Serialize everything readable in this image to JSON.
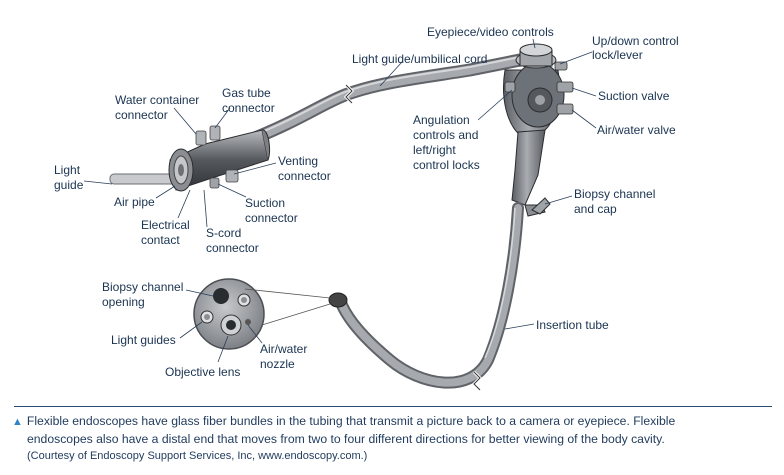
{
  "labels": {
    "eyepiece": "Eyepiece/video controls",
    "updown_1": "Up/down control",
    "updown_2": "lock/lever",
    "light_guide_cord": "Light guide/umbilical cord",
    "suction_valve": "Suction valve",
    "air_water_valve": "Air/water valve",
    "angulation_1": "Angulation",
    "angulation_2": "controls and",
    "angulation_3": "left/right",
    "angulation_4": "control locks",
    "water_container_1": "Water container",
    "water_container_2": "connector",
    "gas_tube_1": "Gas tube",
    "gas_tube_2": "connector",
    "venting_1": "Venting",
    "venting_2": "connector",
    "light_guide_1": "Light",
    "light_guide_2": "guide",
    "air_pipe": "Air pipe",
    "electrical_1": "Electrical",
    "electrical_2": "contact",
    "suction_conn_1": "Suction",
    "suction_conn_2": "connector",
    "scord_1": "S-cord",
    "scord_2": "connector",
    "biopsy_cap_1": "Biopsy channel",
    "biopsy_cap_2": "and cap",
    "biopsy_opening_1": "Biopsy channel",
    "biopsy_opening_2": "opening",
    "light_guides": "Light guides",
    "objective_lens": "Objective lens",
    "air_water_nozzle_1": "Air/water",
    "air_water_nozzle_2": "nozzle",
    "insertion_tube": "Insertion tube"
  },
  "caption": {
    "marker": "▲",
    "line1": "Flexible endoscopes have glass fiber bundles in the tubing that transmit a picture back to a camera or eyepiece. Flexible",
    "line2": "endoscopes also have a distal end that moves from two to four different directions for better viewing of the body cavity.",
    "credit": "(Courtesy of Endoscopy Support Services, Inc, www.endoscopy.com.)"
  },
  "colors": {
    "label_text": "#1a3350",
    "caption_text": "#1f3a5c",
    "caption_marker": "#2e86c8",
    "tube": "#8f9296",
    "tube_dark": "#5a5e63",
    "head": "#6d7278"
  }
}
